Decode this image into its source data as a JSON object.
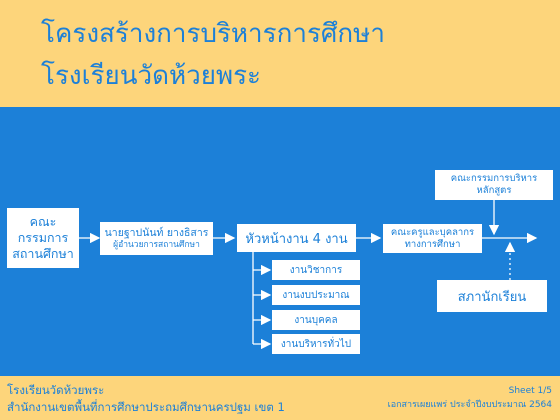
{
  "header": {
    "title_line1": "โครงสร้างการบริหารการศึกษา",
    "title_line2": "โรงเรียนวัดห้วยพระ"
  },
  "nodes": {
    "school_committee": [
      "คณะ",
      "กรรมการ",
      "สถานศึกษา"
    ],
    "director": {
      "name": "นายฐาปนันท์ ยางธิสาร",
      "role": "ผู้อำนวยการสถานศึกษา"
    },
    "heads": "หัวหน้างาน 4 งาน",
    "departments": [
      "งานวิชาการ",
      "งานงบประมาณ",
      "งานบุคคล",
      "งานบริหารทั่วไป"
    ],
    "teachers": [
      "คณะครูและบุคลากร",
      "ทางการศึกษา"
    ],
    "curriculum_committee": [
      "คณะกรรมการบริหาร",
      "หลักสูตร"
    ],
    "student_council": "สภานักเรียน"
  },
  "footer": {
    "left_line1": "โรงเรียนวัดห้วยพระ",
    "left_line2": "สำนักงานเขตพื้นที่การศึกษาประถมศึกษานครปฐม เขต 1",
    "right_line1": "Sheet 1/5",
    "right_line2": "เอกสารเผยแพร่ ประจำปีงบประมาณ 2564"
  }
}
